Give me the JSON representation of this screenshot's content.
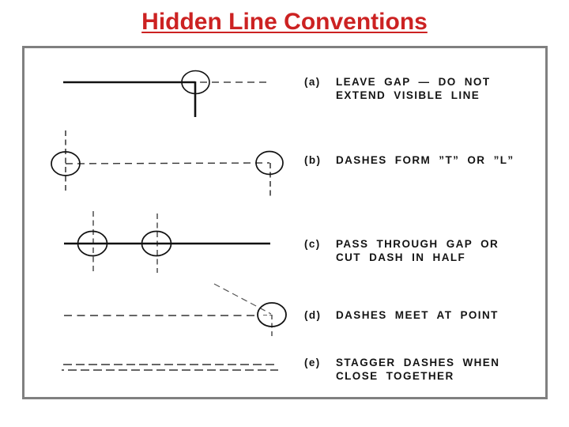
{
  "title": "Hidden Line Conventions",
  "colors": {
    "title_red": "#cc2222",
    "frame_gray": "#808080",
    "ink": "#111111"
  },
  "conventions": [
    {
      "label": "(a)",
      "line1": "LEAVE GAP — DO NOT",
      "line2": "EXTEND VISIBLE LINE",
      "drawing": "corner-with-gap"
    },
    {
      "label": "(b)",
      "line1": "DASHES FORM ”T” OR ”L”",
      "line2": "",
      "drawing": "t-and-l-joints"
    },
    {
      "label": "(c)",
      "line1": "PASS THROUGH GAP OR",
      "line2": "CUT DASH IN HALF",
      "drawing": "pass-through-gap"
    },
    {
      "label": "(d)",
      "line1": "DASHES MEET AT POINT",
      "line2": "",
      "drawing": "dashes-meet-at-point"
    },
    {
      "label": "(e)",
      "line1": "STAGGER DASHES WHEN",
      "line2": "CLOSE TOGETHER",
      "drawing": "staggered-dashes"
    }
  ]
}
